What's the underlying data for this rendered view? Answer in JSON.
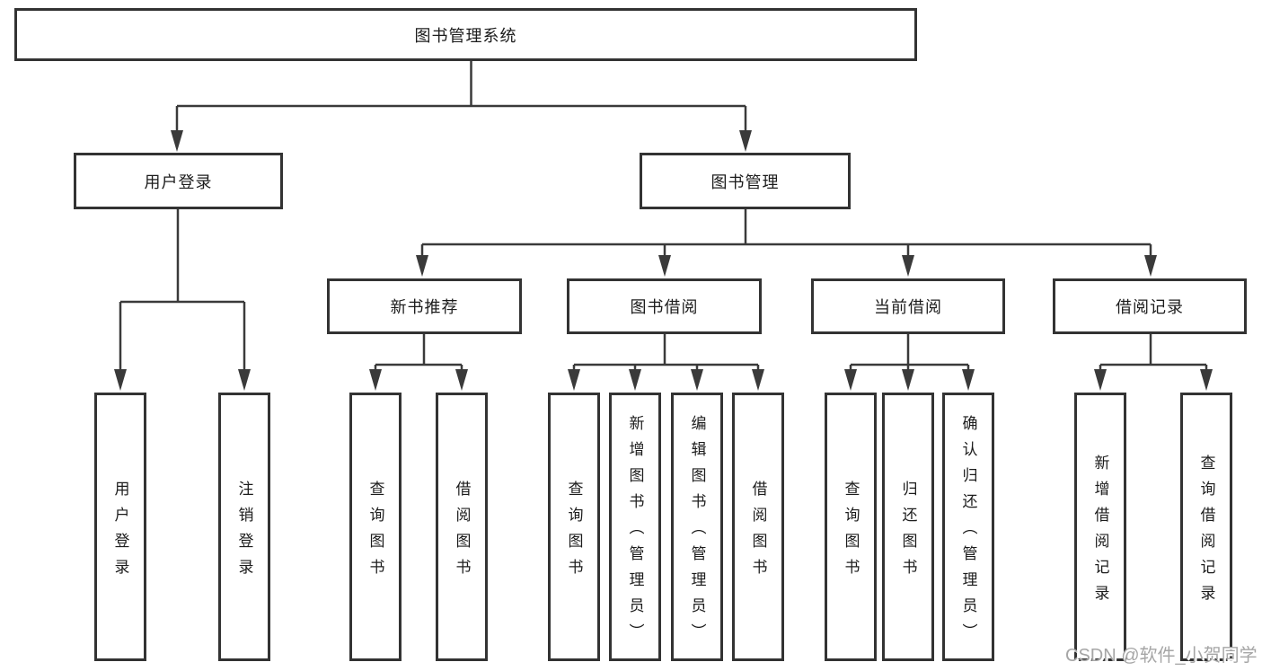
{
  "tree": {
    "root": {
      "label": "图书管理系统"
    },
    "branches": [
      {
        "label": "用户登录",
        "children": [
          {
            "label": "用户登录"
          },
          {
            "label": "注销登录"
          }
        ]
      },
      {
        "label": "图书管理",
        "children": [
          {
            "label": "新书推荐",
            "children": [
              {
                "label": "查询图书"
              },
              {
                "label": "借阅图书"
              }
            ]
          },
          {
            "label": "图书借阅",
            "children": [
              {
                "label": "查询图书"
              },
              {
                "label": "新增图书（管理员）"
              },
              {
                "label": "编辑图书（管理员）"
              },
              {
                "label": "借阅图书"
              }
            ]
          },
          {
            "label": "当前借阅",
            "children": [
              {
                "label": "查询图书"
              },
              {
                "label": "归还图书"
              },
              {
                "label": "确认归还（管理员）"
              }
            ]
          },
          {
            "label": "借阅记录",
            "children": [
              {
                "label": "新增借阅记录"
              },
              {
                "label": "查询借阅记录"
              }
            ]
          }
        ]
      }
    ]
  },
  "watermark": {
    "text": "CSDN @软件_小贺同学"
  },
  "colors": {
    "line": "#3a3a3a",
    "box_border": "#333333",
    "text": "#1c1c1c",
    "watermark": "#a6a6a6",
    "background": "#ffffff"
  }
}
